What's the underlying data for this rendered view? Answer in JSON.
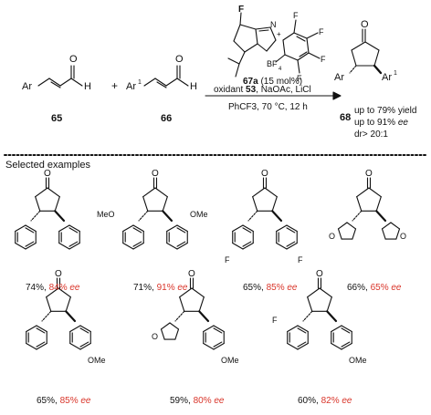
{
  "reaction": {
    "reactant1": {
      "label": "65",
      "ar": "Ar"
    },
    "reactant2": {
      "label": "66",
      "ar": "Ar",
      "ar_sup": "1"
    },
    "plus": "+",
    "catalyst": {
      "code": "67a",
      "loading": "(15 mol%)",
      "fluoro": "F",
      "cation": "+",
      "counterion": "BF",
      "counterion_sub": "4",
      "ring_n": "N",
      "ring_f": "F"
    },
    "reagents_line": {
      "prefix": "oxidant ",
      "oxidant_code": "53",
      "suffix": ", NaOAc, LiCl"
    },
    "conditions": "PhCF3, 70 °C, 12 h",
    "product": {
      "label": "68",
      "ar": "Ar",
      "ar1": "Ar",
      "ar1_sup": "1",
      "carbonyl": "O"
    },
    "notes": [
      {
        "text": "up to 79% yield"
      },
      {
        "text": "up to 91% ",
        "em": "ee"
      },
      {
        "text": "dr> 20:1"
      }
    ],
    "aldehyde_o": "O",
    "aldehyde_h": "H"
  },
  "section_title": "Selected examples",
  "examples": [
    {
      "id": "ex1",
      "yield": "74%, ",
      "ee_value": "84% ",
      "ee_unit": "ee",
      "substituents": {}
    },
    {
      "id": "ex2",
      "yield": "71%, ",
      "ee_value": "91% ",
      "ee_unit": "ee",
      "substituents": {
        "left": "MeO",
        "right": "OMe"
      }
    },
    {
      "id": "ex3",
      "yield": "65%, ",
      "ee_value": "85% ",
      "ee_unit": "ee",
      "substituents": {
        "left": "F",
        "right": "F"
      }
    },
    {
      "id": "ex4",
      "yield": "66%, ",
      "ee_value": "65% ",
      "ee_unit": "ee",
      "substituents": {
        "left": "O",
        "right": "O"
      }
    },
    {
      "id": "ex5",
      "yield": "65%, ",
      "ee_value": "85% ",
      "ee_unit": "ee",
      "substituents": {
        "right": "OMe"
      }
    },
    {
      "id": "ex6",
      "yield": "59%, ",
      "ee_value": "80% ",
      "ee_unit": "ee",
      "substituents": {
        "left": "O",
        "right": "OMe"
      }
    },
    {
      "id": "ex7",
      "yield": "60%, ",
      "ee_value": "82% ",
      "ee_unit": "ee",
      "substituents": {
        "left": "F",
        "right": "OMe"
      }
    }
  ],
  "colors": {
    "accent": "#d9352a",
    "ink": "#111111"
  }
}
